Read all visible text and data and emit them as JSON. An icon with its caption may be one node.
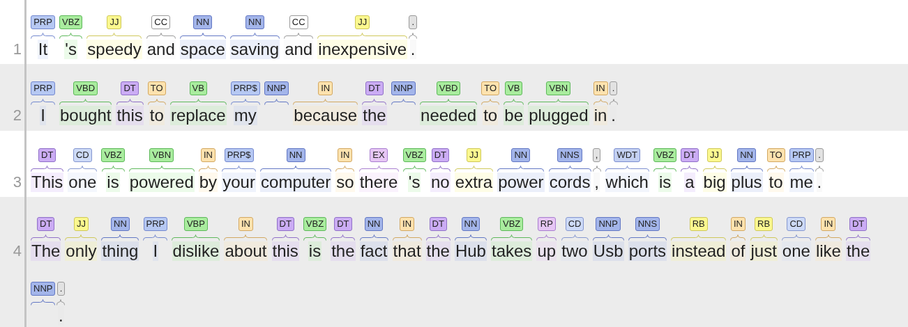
{
  "diagram": {
    "nodes": [
      {
        "text": [
          "PRP"
        ],
        "beside": [
          "It"
        ]
      },
      {
        "text": [
          "VBZ"
        ],
        "beside": [
          "'s"
        ]
      },
      {
        "text": [
          "JJ"
        ],
        "beside": [
          "speedy"
        ]
      },
      {
        "text": [
          "CC"
        ],
        "beside": [
          "and"
        ]
      },
      {
        "text": [
          "NN"
        ],
        "beside": [
          "space"
        ]
      },
      {
        "text": [
          "NN"
        ],
        "beside": [
          "saving"
        ]
      },
      {
        "text": [
          "CC"
        ],
        "beside": [
          "and"
        ]
      },
      {
        "text": [
          "JJ"
        ],
        "beside": [
          "inexpensive"
        ]
      },
      {
        "text": [
          "."
        ],
        "beside": [
          "."
        ]
      },
      {
        "text": [
          "PRP"
        ],
        "beside": [
          "I"
        ]
      },
      {
        "text": [
          "VBD"
        ],
        "beside": [
          "bought"
        ]
      },
      {
        "text": [
          "DT"
        ],
        "beside": [
          "this"
        ]
      },
      {
        "text": [
          "TO"
        ],
        "beside": [
          "to"
        ]
      },
      {
        "text": [
          "VB"
        ],
        "beside": [
          "replace"
        ]
      },
      {
        "text": [
          "PRP$"
        ],
        "beside": [
          "my"
        ]
      },
      {
        "text": [
          "NNP"
        ]
      },
      {
        "text": [
          "IN"
        ],
        "beside": [
          "because"
        ]
      },
      {
        "text": [
          "DT"
        ],
        "beside": [
          "the"
        ]
      },
      {
        "text": [
          "NNP"
        ]
      },
      {
        "text": [
          "VBD"
        ],
        "beside": [
          "needed"
        ]
      },
      {
        "text": [
          "TO"
        ],
        "beside": [
          "to"
        ]
      },
      {
        "text": [
          "VB"
        ],
        "beside": [
          "be"
        ]
      },
      {
        "text": [
          "VBN"
        ],
        "beside": [
          "plugged"
        ]
      },
      {
        "text": [
          "IN"
        ],
        "beside": [
          "in"
        ]
      },
      {
        "text": [
          "."
        ],
        "beside": [
          "."
        ]
      },
      {
        "text": [
          "DT"
        ],
        "beside": [
          "This"
        ]
      },
      {
        "text": [
          "CD"
        ],
        "beside": [
          "one"
        ]
      },
      {
        "text": [
          "VBZ"
        ],
        "beside": [
          "is"
        ]
      },
      {
        "text": [
          "VBN"
        ],
        "beside": [
          "powered"
        ]
      },
      {
        "text": [
          "IN"
        ],
        "beside": [
          "by"
        ]
      },
      {
        "text": [
          "PRP$"
        ],
        "beside": [
          "your"
        ]
      },
      {
        "text": [
          "NN"
        ],
        "beside": [
          "computer"
        ]
      },
      {
        "text": [
          "IN"
        ],
        "beside": [
          "so"
        ]
      },
      {
        "text": [
          "EX"
        ],
        "beside": [
          "there"
        ]
      },
      {
        "text": [
          "VBZ"
        ],
        "beside": [
          "'s"
        ]
      },
      {
        "text": [
          "DT"
        ],
        "beside": [
          "no"
        ]
      },
      {
        "text": [
          "JJ"
        ],
        "beside": [
          "extra"
        ]
      },
      {
        "text": [
          "NN"
        ],
        "beside": [
          "power"
        ]
      },
      {
        "text": [
          "NNS"
        ],
        "beside": [
          "cords"
        ]
      },
      {
        "text": [
          ","
        ],
        "beside": [
          ","
        ]
      },
      {
        "text": [
          "WDT"
        ],
        "beside": [
          "which"
        ]
      },
      {
        "text": [
          "VBZ"
        ],
        "beside": [
          "is"
        ]
      },
      {
        "text": [
          "DT"
        ],
        "beside": [
          "a"
        ]
      },
      {
        "text": [
          "JJ"
        ],
        "beside": [
          "big"
        ]
      },
      {
        "text": [
          "NN"
        ],
        "beside": [
          "plus"
        ]
      },
      {
        "text": [
          "TO"
        ],
        "beside": [
          "to"
        ]
      },
      {
        "text": [
          "PRP"
        ],
        "beside": [
          "me"
        ]
      },
      {
        "text": [
          "."
        ],
        "beside": [
          "."
        ]
      },
      {
        "text": [
          "DT"
        ],
        "beside": [
          "The"
        ]
      },
      {
        "text": [
          "JJ"
        ],
        "beside": [
          "only"
        ]
      },
      {
        "text": [
          "NN"
        ],
        "beside": [
          "thing"
        ]
      },
      {
        "text": [
          "PRP"
        ],
        "beside": [
          "I"
        ]
      },
      {
        "text": [
          "VBP"
        ],
        "beside": [
          "dislike"
        ]
      },
      {
        "text": [
          "IN"
        ],
        "beside": [
          "about"
        ]
      },
      {
        "text": [
          "DT"
        ],
        "beside": [
          "this"
        ]
      },
      {
        "text": [
          "VBZ"
        ],
        "beside": [
          "is"
        ]
      },
      {
        "text": [
          "DT"
        ],
        "beside": [
          "the"
        ]
      },
      {
        "text": [
          "NN"
        ],
        "beside": [
          "fact"
        ]
      },
      {
        "text": [
          "IN"
        ],
        "beside": [
          "that"
        ]
      },
      {
        "text": [
          "DT"
        ],
        "beside": [
          "the"
        ]
      },
      {
        "text": [
          "NN"
        ],
        "beside": [
          "Hub"
        ]
      },
      {
        "text": [
          "VBZ"
        ],
        "beside": [
          "takes"
        ]
      },
      {
        "text": [
          "RP"
        ],
        "beside": [
          "up"
        ]
      },
      {
        "text": [
          "CD"
        ],
        "beside": [
          "two"
        ]
      },
      {
        "text": [
          "NNP"
        ],
        "beside": [
          "Usb"
        ]
      },
      {
        "text": [
          "NNS"
        ],
        "beside": [
          "ports"
        ]
      },
      {
        "text": [
          "RB"
        ],
        "beside": [
          "instead"
        ]
      },
      {
        "text": [
          "IN"
        ],
        "beside": [
          "of"
        ]
      },
      {
        "text": [
          "RB"
        ],
        "beside": [
          "just"
        ]
      },
      {
        "text": [
          "CD"
        ],
        "beside": [
          "one"
        ]
      },
      {
        "text": [
          "IN"
        ],
        "beside": [
          "like"
        ]
      },
      {
        "text": [
          "DT"
        ],
        "beside": [
          "the"
        ]
      },
      {
        "text": [
          "NNP"
        ]
      },
      {
        "text": [
          "."
        ],
        "beside": [
          "."
        ]
      }
    ],
    "labels": [
      "1",
      "2",
      "3",
      "4"
    ]
  }
}
